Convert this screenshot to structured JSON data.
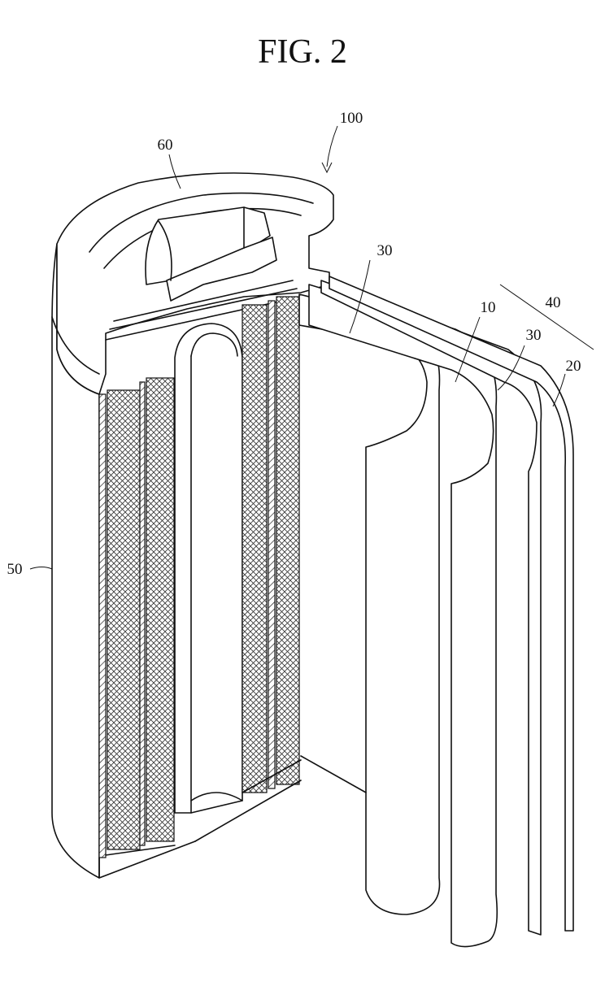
{
  "figure": {
    "title": "FIG. 2",
    "labels": {
      "battery": "100",
      "cap_assembly": "60",
      "separator_upper": "30",
      "electrode_assembly": "40",
      "first_electrode": "10",
      "separator_right": "30",
      "second_electrode": "20",
      "case": "50"
    }
  }
}
